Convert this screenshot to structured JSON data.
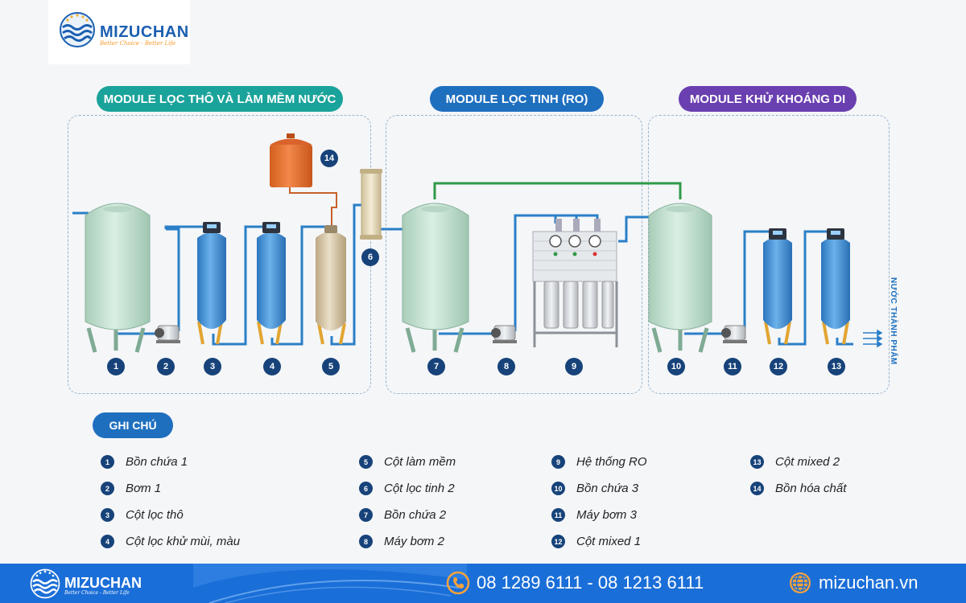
{
  "brand": {
    "name": "MIZUCHAN",
    "tagline": "Better Choice - Better Life"
  },
  "modules": [
    {
      "title": "MODULE LỌC THÔ VÀ LÀM MỀM NƯỚC",
      "color": "#1aa39a"
    },
    {
      "title": "MODULE LỌC TINH (RO)",
      "color": "#1f6fbf"
    },
    {
      "title": "MODULE KHỬ KHOÁNG DI",
      "color": "#6a3fb0"
    }
  ],
  "diagram": {
    "numbers": [
      "1",
      "2",
      "3",
      "4",
      "5",
      "6",
      "7",
      "8",
      "9",
      "10",
      "11",
      "12",
      "13",
      "14"
    ],
    "output_label": "NƯỚC THÀNH PHẨM"
  },
  "legend": {
    "title": "GHI CHÚ",
    "items": [
      {
        "num": "1",
        "label": "Bồn chứa 1"
      },
      {
        "num": "2",
        "label": "Bơm 1"
      },
      {
        "num": "3",
        "label": "Cột lọc thô"
      },
      {
        "num": "4",
        "label": "Cột lọc khử mùi, màu"
      },
      {
        "num": "5",
        "label": "Cột làm mềm"
      },
      {
        "num": "6",
        "label": "Cột lọc tinh 2"
      },
      {
        "num": "7",
        "label": "Bồn chứa 2"
      },
      {
        "num": "8",
        "label": "Máy bơm 2"
      },
      {
        "num": "9",
        "label": "Hệ thống RO"
      },
      {
        "num": "10",
        "label": "Bồn chứa 3"
      },
      {
        "num": "11",
        "label": "Máy bơm 3"
      },
      {
        "num": "12",
        "label": "Cột mixed 1"
      },
      {
        "num": "13",
        "label": "Cột mixed 2"
      },
      {
        "num": "14",
        "label": "Bồn hóa chất"
      }
    ]
  },
  "footer": {
    "phone": "08 1289 6111 - 08 1213 6111",
    "website": "mizuchan.vn",
    "phone_icon": "phone-icon",
    "web_icon": "globe-icon"
  },
  "colors": {
    "tank": "#c9e4d6",
    "filter_blue": "#3f8fd6",
    "softener": "#d8c7a6",
    "chemical": "#e8722a",
    "pipe_blue": "#2a7fc7",
    "pipe_green": "#2f9a48",
    "dark_navy": "#17437a"
  }
}
